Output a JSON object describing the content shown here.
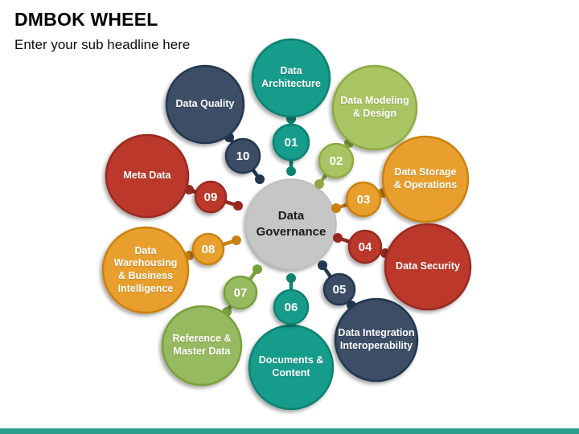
{
  "slide": {
    "title": "DMBOK WHEEL",
    "subtitle": "Enter your sub headline here",
    "accent_color": "#2a9d8b",
    "background_color": "#ffffff"
  },
  "wheel": {
    "center": {
      "label": "Data\nGovernance",
      "fill": "#c6c6c6",
      "stroke": "#bdbdbd",
      "text_color": "#1a1a1a"
    },
    "segments": [
      {
        "number": "01",
        "label": "Data\nArchitecture",
        "fill": "#199c8b",
        "stroke": "#0e8271"
      },
      {
        "number": "02",
        "label": "Data Modeling\n& Design",
        "fill": "#a9c464",
        "stroke": "#8eab43"
      },
      {
        "number": "03",
        "label": "Data Storage\n& Operations",
        "fill": "#e99f2e",
        "stroke": "#cb8110"
      },
      {
        "number": "04",
        "label": "Data Security",
        "fill": "#bc392c",
        "stroke": "#992a20"
      },
      {
        "number": "05",
        "label": "Data Integration\nInteroperability",
        "fill": "#3c4e66",
        "stroke": "#233750"
      },
      {
        "number": "06",
        "label": "Documents &\nContent",
        "fill": "#199c8b",
        "stroke": "#0e8271"
      },
      {
        "number": "07",
        "label": "Reference &\nMaster Data",
        "fill": "#97b95f",
        "stroke": "#79a03c"
      },
      {
        "number": "08",
        "label": "Data\nWarehousing\n& Business\nIntelligence",
        "fill": "#e99f2e",
        "stroke": "#cb8110"
      },
      {
        "number": "09",
        "label": "Meta Data",
        "fill": "#bc392c",
        "stroke": "#992a20"
      },
      {
        "number": "10",
        "label": "Data Quality",
        "fill": "#3c4e66",
        "stroke": "#233750"
      }
    ]
  }
}
